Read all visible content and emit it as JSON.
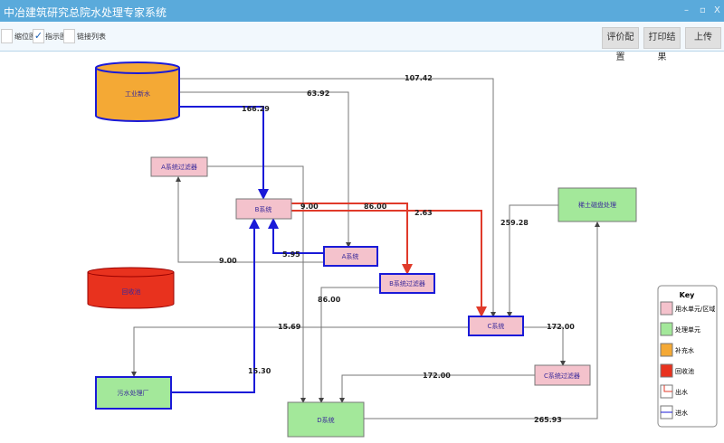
{
  "app": {
    "title": "中冶建筑研究总院水处理专家系统",
    "minimize": "–",
    "restore": "▫",
    "close": "X"
  },
  "toolbar": {
    "checkboxes": [
      {
        "label": "缩位图",
        "checked": false
      },
      {
        "label": "指示图",
        "checked": true
      },
      {
        "label": "链接列表",
        "checked": false
      }
    ],
    "buttons": [
      "评价配置",
      "打印结果",
      "上传"
    ]
  },
  "diagram": {
    "nodes": {
      "industrial_water": "工业新水",
      "a_filter": "A系统过滤器",
      "b_system": "B系统",
      "a_system": "A系统",
      "b_filter": "B系统过滤器",
      "recycle_pool": "回收池",
      "c_system": "C系统",
      "rare_earth": "稀土磁盘处理",
      "sewage_plant": "污水处理厂",
      "c_filter": "C系统过滤器",
      "d_system": "D系统"
    },
    "flows": [
      "107.42",
      "63.92",
      "166.29",
      "9.00",
      "86.00",
      "2.63",
      "259.28",
      "9.00",
      "5.95",
      "86.00",
      "15.69",
      "172.00",
      "172.00",
      "15.30",
      "265.93"
    ],
    "colors": {
      "use_unit": "#f4c2cc",
      "treatment": "#a3e89a",
      "makeup": "#f4a935",
      "recycle": "#e8321e",
      "outflow": "#e03a2a",
      "inflow": "#1a1ad8"
    },
    "key": {
      "title": "Key",
      "items": [
        "用水单元/区域",
        "处理单元",
        "补充水",
        "回收池",
        "出水",
        "进水"
      ]
    }
  }
}
